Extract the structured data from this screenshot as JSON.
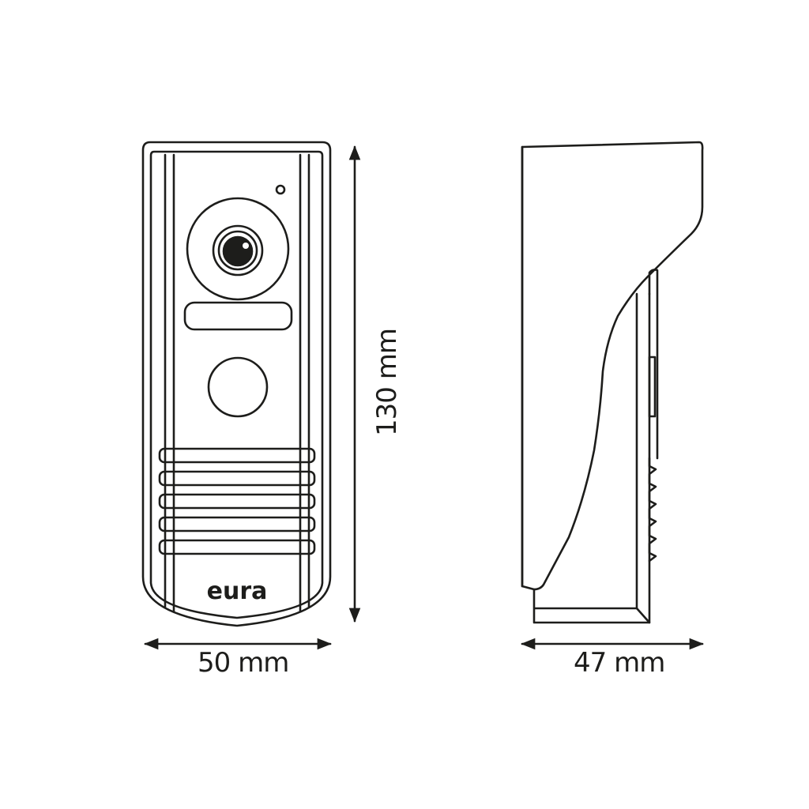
{
  "dimensions": {
    "height": "130 mm",
    "width": "50 mm",
    "depth": "47 mm"
  },
  "brand": "eura",
  "colors": {
    "line": "#1d1d1b",
    "background": "#ffffff"
  }
}
